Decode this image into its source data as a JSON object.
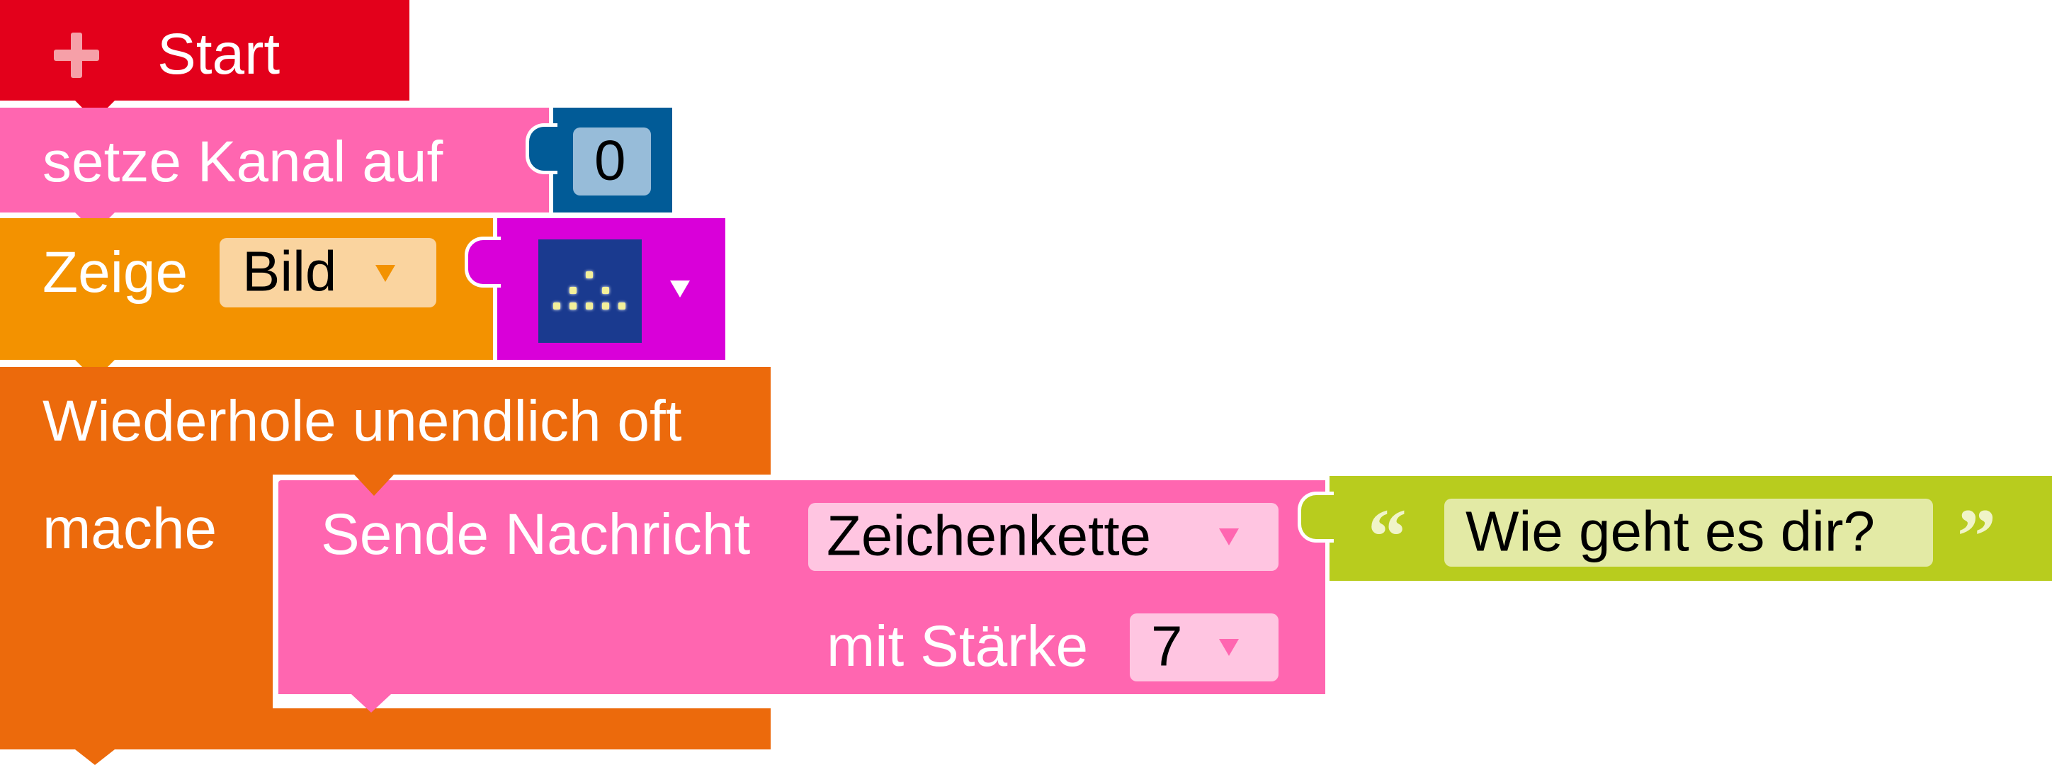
{
  "colors": {
    "start": "#e3001b",
    "radio": "#ff66b0",
    "display": "#f39200",
    "loop": "#ec6a0c",
    "number": "#015b97",
    "image": "#d900d9",
    "text": "#b8cc1e"
  },
  "blocks": {
    "start": {
      "label": "Start",
      "icon": "plus-icon"
    },
    "set_channel": {
      "label": "setze Kanal auf",
      "value": "0"
    },
    "show": {
      "label": "Zeige",
      "type_value": "Bild",
      "image_icon": "led-pattern-icon"
    },
    "repeat": {
      "label": "Wiederhole unendlich oft",
      "do_label": "mache"
    },
    "send": {
      "label": "Sende Nachricht",
      "type_value": "Zeichenkette",
      "strength_label": "mit Stärke",
      "strength_value": "7"
    },
    "text": {
      "value": "Wie geht es dir?",
      "open_quote": "“",
      "close_quote": "”"
    }
  }
}
